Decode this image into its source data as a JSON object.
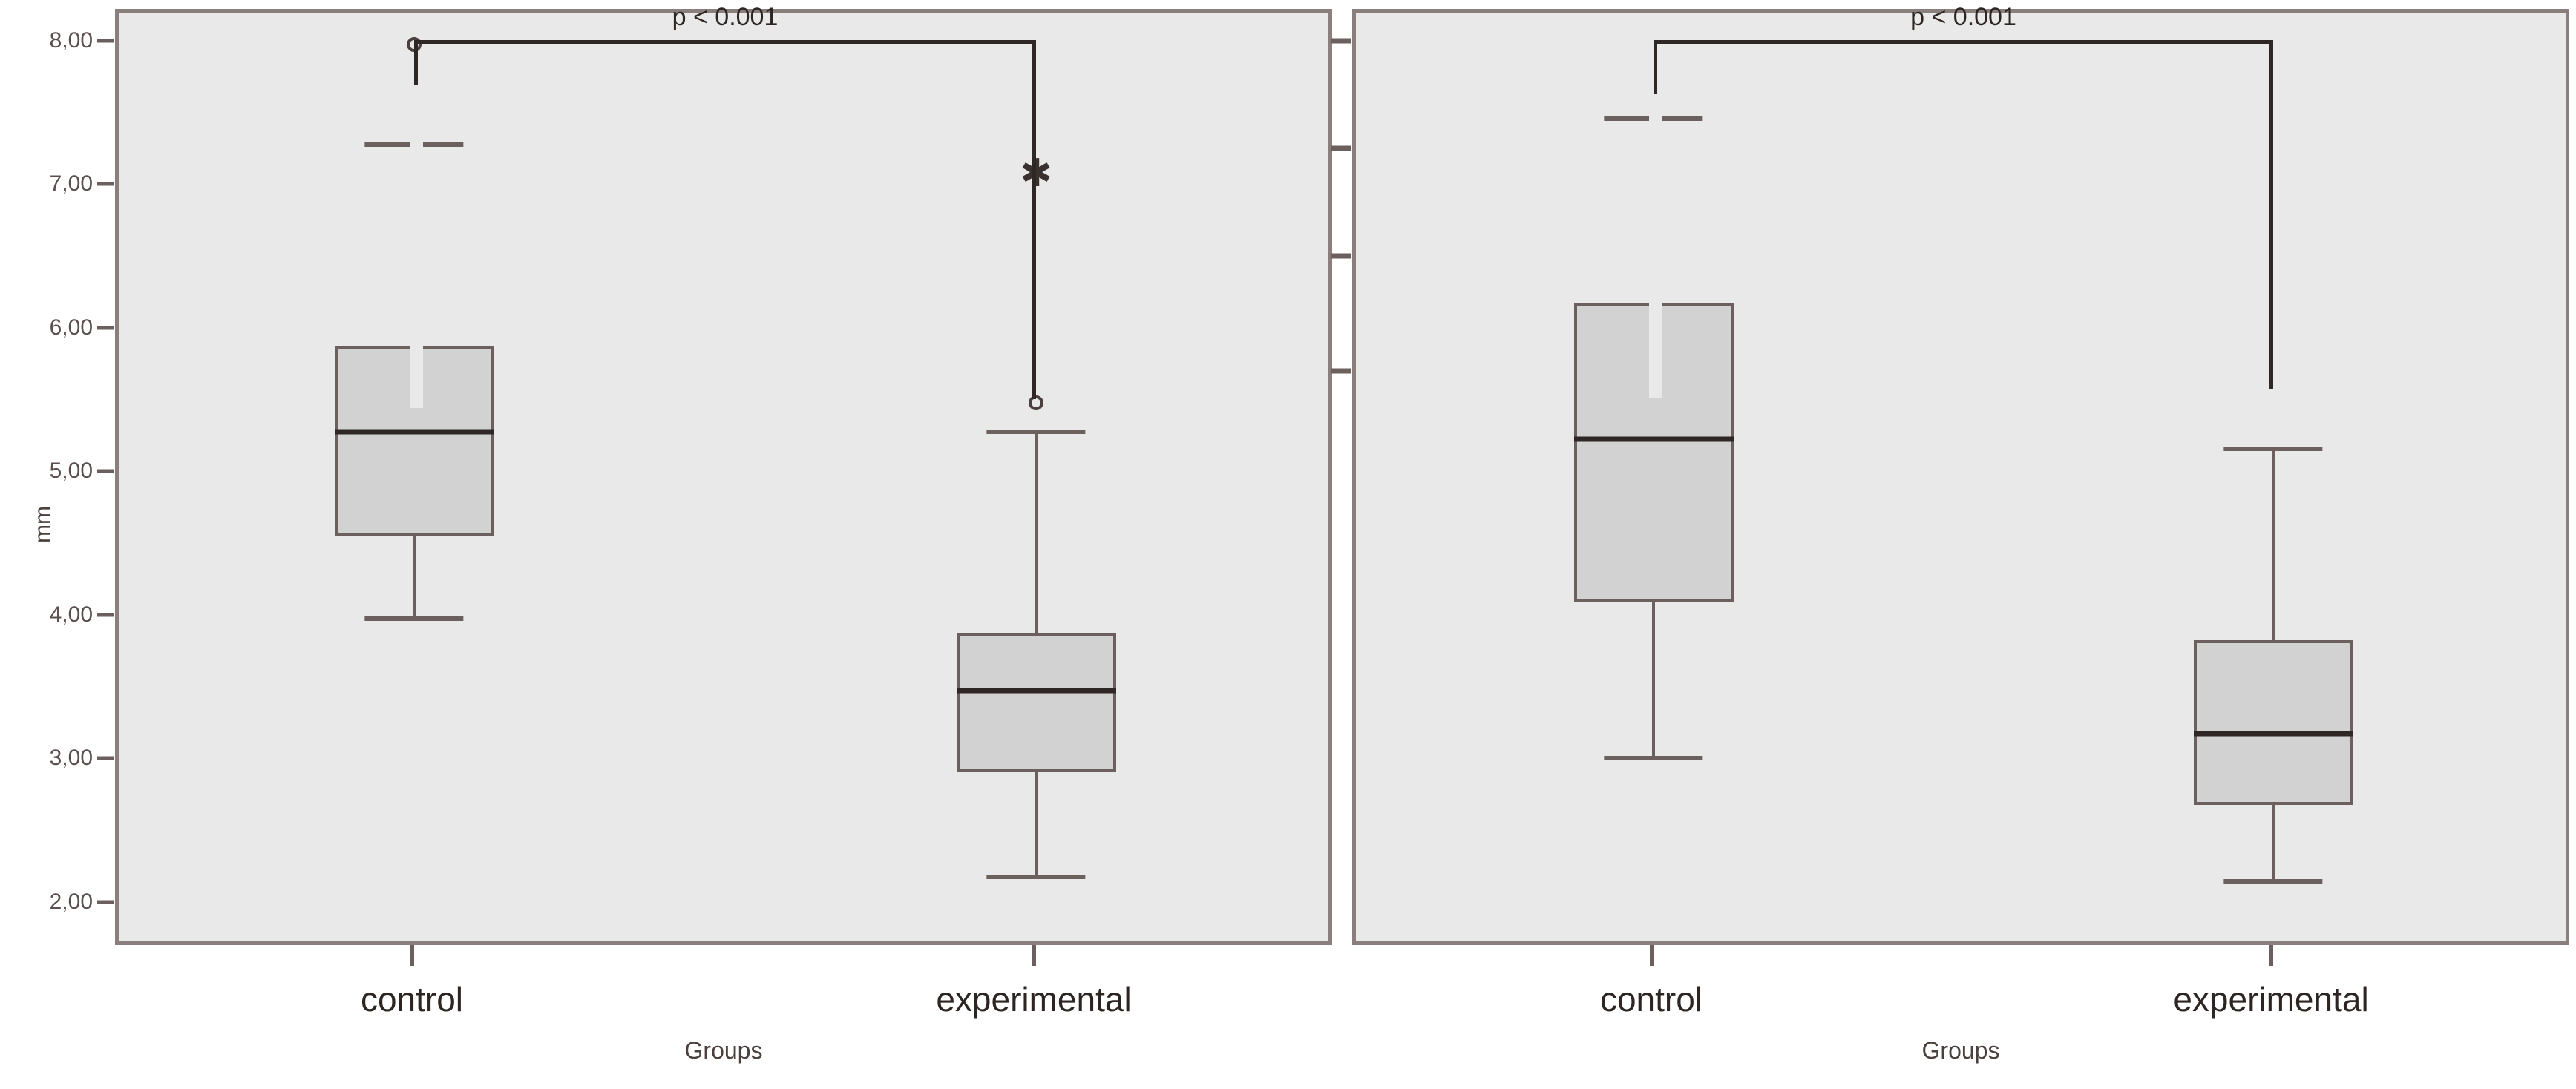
{
  "figure": {
    "background": "#ffffff",
    "panel_background": "#e9e9e9",
    "panel_border_color": "#8a7f7d",
    "box_fill": "#d2d2d2",
    "box_line_color": "#6b605e",
    "median_color": "#2e2724",
    "annotation_color": "#2c2522"
  },
  "chart_data": [
    {
      "type": "box",
      "panel_id": "left",
      "title": "",
      "xlabel": "Groups",
      "ylabel": "mm",
      "ylim": [
        1.7,
        8.22
      ],
      "grid": false,
      "legend": "none",
      "ytick_labels": [
        "8,00",
        "7,00",
        "6,00",
        "5,00",
        "4,00",
        "3,00",
        "2,00"
      ],
      "ytick_values": [
        8.0,
        7.0,
        6.0,
        5.0,
        4.0,
        3.0,
        2.0
      ],
      "categories": [
        "control",
        "experimental"
      ],
      "boxes": [
        {
          "name": "control",
          "whisker_low": 4.0,
          "q1": 4.58,
          "median": 5.3,
          "q3": 5.9,
          "whisker_high": 7.3,
          "outliers": [
            8.0
          ],
          "extreme_outliers": []
        },
        {
          "name": "experimental",
          "whisker_low": 2.2,
          "q1": 2.93,
          "median": 3.5,
          "q3": 3.9,
          "whisker_high": 5.3,
          "outliers": [
            5.5
          ],
          "extreme_outliers": [
            7.1
          ]
        }
      ],
      "annotations": [
        {
          "text": "p < 0.001",
          "type": "significance-bracket",
          "from": "control",
          "to": "experimental",
          "bracket_top_value": 8.03,
          "left_drop_value": 7.72,
          "right_drop_value": 5.53
        }
      ]
    },
    {
      "type": "box",
      "panel_id": "right",
      "title": "",
      "xlabel": "Groups",
      "ylabel": "",
      "ylim": [
        1.7,
        8.22
      ],
      "grid": false,
      "legend": "none",
      "ytick_labels": [],
      "ytick_values": [
        8.0,
        7.25,
        6.5,
        5.7
      ],
      "categories": [
        "control",
        "experimental"
      ],
      "boxes": [
        {
          "name": "control",
          "whisker_low": 3.03,
          "q1": 4.12,
          "median": 5.25,
          "q3": 6.2,
          "whisker_high": 7.48,
          "outliers": [],
          "extreme_outliers": []
        },
        {
          "name": "experimental",
          "whisker_low": 2.17,
          "q1": 2.7,
          "median": 3.2,
          "q3": 3.85,
          "whisker_high": 5.18,
          "outliers": [],
          "extreme_outliers": []
        }
      ],
      "annotations": [
        {
          "text": "p < 0.001",
          "type": "significance-bracket",
          "from": "control",
          "to": "experimental",
          "bracket_top_value": 8.03,
          "left_drop_value": 7.65,
          "right_drop_value": 5.6
        }
      ]
    }
  ],
  "left_panel": {
    "y_axis_title": "mm",
    "x_axis_title": "Groups",
    "ytick_labels": [
      "8,00",
      "7,00",
      "6,00",
      "5,00",
      "4,00",
      "3,00",
      "2,00"
    ],
    "xtick_labels": [
      "control",
      "experimental"
    ],
    "significance_label": "p < 0.001"
  },
  "right_panel": {
    "y_axis_title": "",
    "x_axis_title": "Groups",
    "ytick_labels": [],
    "xtick_labels": [
      "control",
      "experimental"
    ],
    "significance_label": "p < 0.001"
  }
}
